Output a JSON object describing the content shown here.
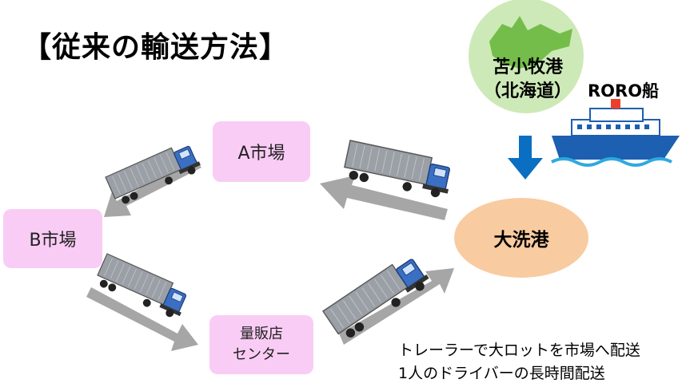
{
  "title": "【従来の輸送方法】",
  "origin": {
    "line1": "苫小牧港",
    "line2": "（北海道）",
    "ship_label": "RORO船"
  },
  "nodes": {
    "oarai": "大洗港",
    "market_a": "A市場",
    "market_b": "B市場",
    "mass_retail_line1": "量販店",
    "mass_retail_line2": "センター"
  },
  "note": {
    "line1": "トレーラーで大ロットを市場へ配送",
    "line2": "1人のドライバーの長時間配送"
  },
  "colors": {
    "box_pink": "#f9ccf5",
    "port_orange": "#f9cba0",
    "hokkaido_green": "#cde9b7",
    "arrow_blue": "#0a6fc2",
    "arrow_gray": "#a6a6a6"
  },
  "icons": [
    "hokkaido-map-icon",
    "ferry-ship-icon",
    "truck-icon",
    "down-arrow-icon",
    "flow-arrow-icon"
  ]
}
